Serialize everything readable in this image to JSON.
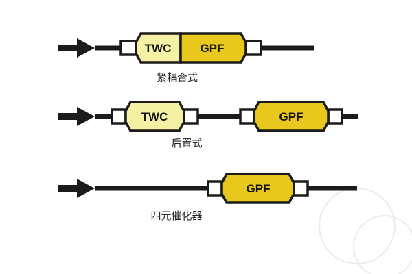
{
  "diagram": {
    "rows": [
      {
        "caption": "紧耦合式",
        "units": [
          {
            "label": "TWC"
          },
          {
            "label": "GPF"
          }
        ]
      },
      {
        "caption": "后置式",
        "units": [
          {
            "label": "TWC"
          },
          {
            "label": "GPF"
          }
        ]
      },
      {
        "caption": "四元催化器",
        "units": [
          {
            "label": "GPF"
          }
        ]
      }
    ]
  },
  "colors": {
    "twc_fill": "#f4f0a4",
    "gpf_fill": "#e8c81c",
    "outline": "#1b1b1b",
    "background": "#ffffff"
  }
}
